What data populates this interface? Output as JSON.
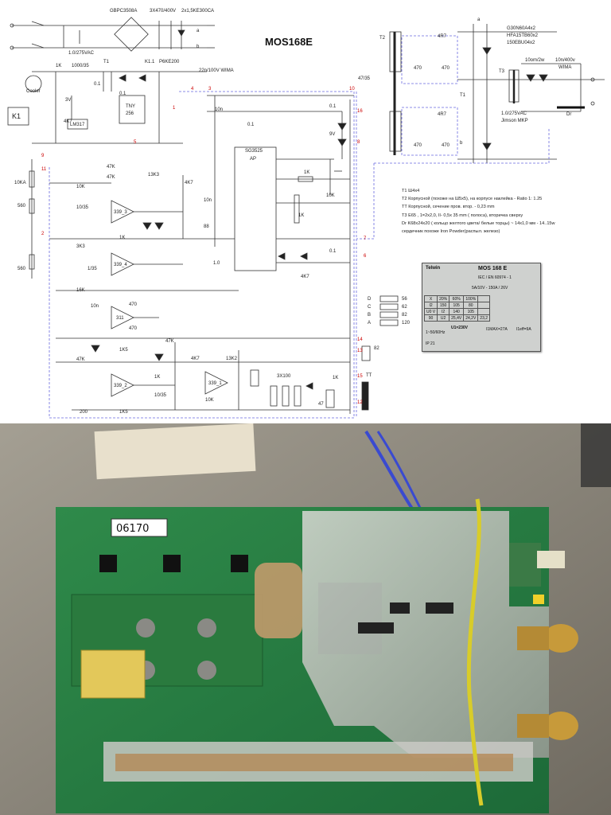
{
  "title": "MOS168E",
  "labels": {
    "bridge": "GBPC3508A",
    "caps_top": "3X470/400V",
    "tvs_top": "2x1,5KE300CA",
    "cap_input": "1.0/275VAC",
    "t1": "T1",
    "k1_1": "K1.1",
    "p6ke": "P6KE200",
    "r1k": "1K",
    "c1000": "1000/35",
    "c01": "0.1",
    "c01b": "0.1",
    "cooler": "Cooler",
    "v3": "3V",
    "r4k7": "4K7",
    "tny": "TNY",
    "tny256": "256",
    "lm317": "LM317",
    "k1": "K1",
    "c22n": "22n/100V  WIMA",
    "c10n": "10n",
    "c47": "47/35",
    "sg": "SG3525",
    "sg_ap": "AP",
    "r10ka": "10KA",
    "r560": "560",
    "r560b": "560",
    "r47k": "47K",
    "r13k3": "13K3",
    "r4k7b": "4K7",
    "r47kb": "47K",
    "r10k": "10K",
    "c10_35": "10/35",
    "op339_3": "339_3",
    "op339_4": "339_4",
    "op311": "311",
    "op339_2": "339_2",
    "op339_1": "339_1",
    "r1k_b": "1K",
    "r3k3": "3K3",
    "c1_35": "1/35",
    "r16k": "16K",
    "c10n_b": "10n",
    "r470": "470",
    "r470b": "470",
    "r1k5": "1K5",
    "r47k_c": "47K",
    "r47k_d": "47K",
    "r200": "200",
    "r1k5b": "1K5",
    "r1k_c": "1K",
    "c10_35b": "10/35",
    "r4k7c": "4K7",
    "r10k_b": "10K",
    "r13k2": "13K2",
    "r3x100": "3X100",
    "c47b": "47",
    "r1k_d": "1K",
    "tt": "TT",
    "r82": "82",
    "r1k_e": "1K",
    "r10k_c": "10K",
    "r1k_f": "1K",
    "c0_1c": "0.1",
    "r4k7d": "4K7",
    "c1_0": "1.0",
    "r88": "88",
    "c10n_c": "10n",
    "c0_1d": "0.1",
    "c0_1e": "0.1",
    "c9v": "9V",
    "r4r7a": "4R7",
    "r4r7b": "4R7",
    "r470c": "470",
    "r470d": "470",
    "r470e": "470",
    "r470f": "470",
    "t2": "T2",
    "t1b": "T1",
    "t3": "T3",
    "igbt": "G30N60A4x2",
    "diode1": "HFA15TB60x2",
    "diode2": "150EBU04x2",
    "r10ohm": "10om/2w",
    "c10n_400": "10n/400v",
    "wima": "WIMA",
    "cap_out": "1.0/275VAC",
    "jimson": "Jimson MKP",
    "dr": "Dr",
    "a_lbl": "a",
    "b_lbl": "b",
    "a_lbl2": "a",
    "b_lbl2": "b",
    "selD": "D",
    "selC": "C",
    "selB": "B",
    "selA": "A",
    "r56": "56",
    "r62": "62",
    "r82b": "82",
    "r120": "120"
  },
  "nodes": [
    "1",
    "2",
    "3",
    "4",
    "5",
    "6",
    "7",
    "8",
    "9",
    "10",
    "11",
    "12",
    "13",
    "14",
    "15",
    "16"
  ],
  "notes": [
    "T1  Ш4x4",
    "T2  Корпусной (похоже на Ш5x5), на корпусе наклейка - Ratio 1: 1.25",
    "TT  Корпусной, сечение пров. втор. - 0,23 mm",
    "T3  E65 , 1=2x2,0, II- 0,5x 35 mm ( полоса), вторичка сверху",
    "Dr  K68x24x20 ( кольцо желтого цвета/ белые торцы) ~ 14x1,0 мм - 14..15w",
    "     сердечник похоже Iron Powder(распыл. железо)"
  ],
  "plate": {
    "brand": "Telwin",
    "model": "MOS 168 E",
    "std": "IEC / EN 60974 - 1",
    "range": "5A/10V - 150A / 26V",
    "row_x": [
      "X",
      "20%",
      "60%",
      "100%"
    ],
    "row_i2": [
      "I2",
      "150",
      "105",
      "80"
    ],
    "row_u0": [
      "U0  V",
      "I2",
      "140",
      "105"
    ],
    "row_u2": [
      "90",
      "U2",
      "25,4V",
      "24,2V",
      "23,2"
    ],
    "u1": "U1=230V",
    "hz": "1~50/60Hz",
    "imax": "I1MAX=27A",
    "ieff": "I1eff=9A",
    "ip": "IP 21"
  },
  "photo": {
    "sticker": "06170"
  }
}
